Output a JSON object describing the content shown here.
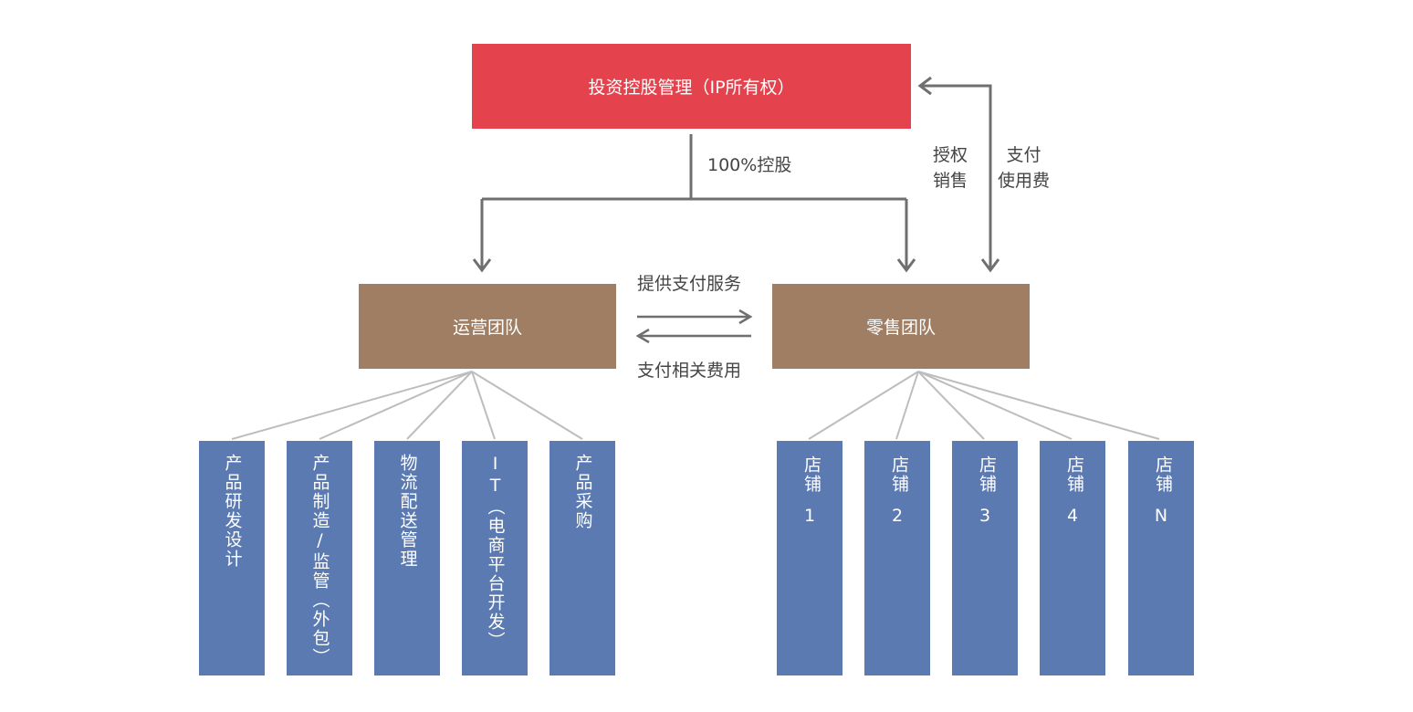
{
  "top_box": {
    "label": "投资控股管理（IP所有权）"
  },
  "edges": {
    "holding_label": "100%控股",
    "license_label": [
      "授权",
      "销售"
    ],
    "fee_label": [
      "支付",
      "使用费"
    ],
    "service_label": "提供支付服务",
    "payment_label": "支付相关费用"
  },
  "operations": {
    "label": "运营团队",
    "children": [
      {
        "label": "产品研发设计"
      },
      {
        "label": "产品制造/监管（外包）"
      },
      {
        "label": "物流配送管理"
      },
      {
        "label": "IT（电商平台开发）"
      },
      {
        "label": "产品采购"
      }
    ]
  },
  "retail": {
    "label": "零售团队",
    "children": [
      {
        "label": "店铺",
        "number": "1"
      },
      {
        "label": "店铺",
        "number": "2"
      },
      {
        "label": "店铺",
        "number": "3"
      },
      {
        "label": "店铺",
        "number": "4"
      },
      {
        "label": "店铺",
        "number": "N"
      }
    ]
  },
  "colors": {
    "top": "#e4434e",
    "team": "#9f7e63",
    "leaf": "#5b7ab1",
    "arrow": "#6f6f6f",
    "tree_line": "#bdbdbd"
  }
}
